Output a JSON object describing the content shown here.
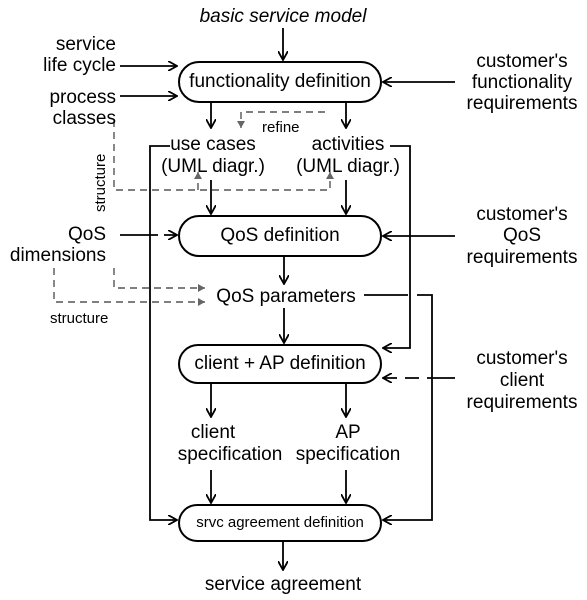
{
  "title": "basic service model",
  "processes": {
    "functionality": "functionality definition",
    "qos": "QoS definition",
    "client_ap": "client + AP definition",
    "agreement": "srvc agreement definition"
  },
  "artifacts": {
    "use_cases": [
      "use cases",
      "(UML diagr.)"
    ],
    "activities": [
      "activities",
      "(UML diagr.)"
    ],
    "qos_parameters": "QoS parameters",
    "client_spec": [
      "client",
      "specification"
    ],
    "ap_spec": [
      "AP",
      "specification"
    ],
    "output": "service agreement"
  },
  "inputs_left": {
    "life_cycle": [
      "service",
      "life cycle"
    ],
    "process_classes": [
      "process",
      "classes"
    ],
    "qos_dimensions": [
      "QoS",
      "dimensions"
    ]
  },
  "inputs_right": {
    "functionality_req": [
      "customer's",
      "functionality",
      "requirements"
    ],
    "qos_req": [
      "customer's",
      "QoS",
      "requirements"
    ],
    "client_req": [
      "customer's",
      "client",
      "requirements"
    ]
  },
  "annotations": {
    "refine": "refine",
    "structure_vertical": "structure",
    "structure_horizontal": "structure"
  }
}
